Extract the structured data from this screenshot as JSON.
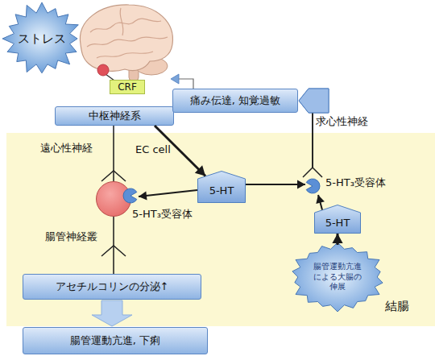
{
  "diagram": {
    "nodes": [
      {
        "text": [
          "ストレス"
        ]
      },
      {
        "text": [
          "CRF"
        ]
      },
      {
        "text": [
          "中枢神経系"
        ]
      },
      {
        "text": [
          "痛み伝達, 知覚過敏"
        ]
      },
      {
        "text": [
          "結腸"
        ]
      },
      {
        "text": [
          "腸管神経叢"
        ],
        "in": 4
      },
      {
        "text": [
          "5-HT"
        ],
        "in": 4
      },
      {
        "text": [
          "アセチルコリンの分泌↑"
        ],
        "in": 4
      },
      {
        "text": [
          "5-HT"
        ],
        "in": 4
      },
      {
        "text": [
          "腸管運動亢進 による大腸の 伸展"
        ],
        "in": 4
      },
      {
        "text": [
          "腸管運動亢進, 下痢"
        ]
      }
    ],
    "edges": [
      {
        "from": 2,
        "to": 5,
        "arrow": "none"
      },
      {
        "from": 2,
        "to": 6,
        "arrow": "to"
      },
      {
        "from": 6,
        "to": 5,
        "arrow": "to"
      },
      {
        "from": 5,
        "to": 7,
        "arrow": "none"
      },
      {
        "from": 7,
        "to": 10,
        "arrow": "to"
      },
      {
        "from": 6,
        "to": 3,
        "arrow": "to"
      },
      {
        "from": 8,
        "to": 3,
        "arrow": "to"
      },
      {
        "from": 9,
        "to": 8,
        "arrow": "to"
      }
    ],
    "labels": [
      "遠心性神経",
      "EC cell",
      "5-HT₃受容体",
      "5-HT₃受容体",
      "求心性神経"
    ]
  }
}
